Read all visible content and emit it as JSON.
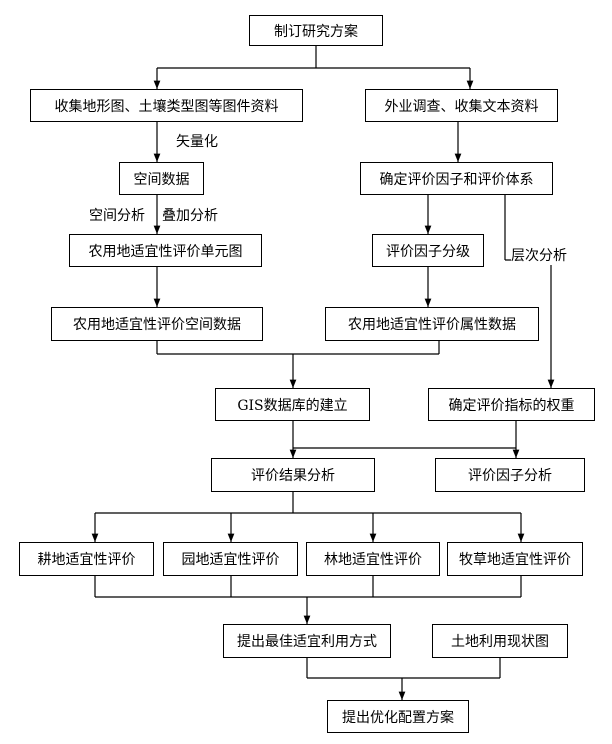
{
  "boxes": {
    "plan": "制订研究方案",
    "collect_maps": "收集地形图、土壤类型图等图件资料",
    "field_survey": "外业调查、收集文本资料",
    "spatial_data": "空间数据",
    "factor_system": "确定评价因子和评价体系",
    "unit_map": "农用地适宜性评价单元图",
    "factor_grading": "评价因子分级",
    "eval_spatial_data": "农用地适宜性评价空间数据",
    "eval_attr_data": "农用地适宜性评价属性数据",
    "gis_db": "GIS数据库的建立",
    "weights": "确定评价指标的权重",
    "result_analysis": "评价结果分析",
    "factor_analysis": "评价因子分析",
    "farmland": "耕地适宜性评价",
    "orchard": "园地适宜性评价",
    "forest": "林地适宜性评价",
    "pasture": "牧草地适宜性评价",
    "best_use": "提出最佳适宜利用方式",
    "landuse_map": "土地利用现状图",
    "optimization": "提出优化配置方案"
  },
  "labels": {
    "vectorize": "矢量化",
    "spatial_analysis": "空间分析",
    "overlay_analysis": "叠加分析",
    "ahp": "层次分析"
  }
}
